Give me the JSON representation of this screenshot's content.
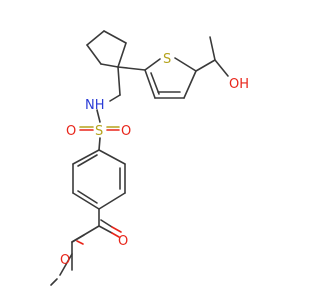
{
  "molecule": {
    "atoms": {
      "nh": "NH",
      "s_sulfonyl": "S",
      "o_sulfonyl_left": "O",
      "o_sulfonyl_right": "O",
      "s_thiophene": "S",
      "oh": "OH",
      "o_carbonyl": "O",
      "o_ester": "O"
    }
  },
  "colors": {
    "bond": "#3a3a3a",
    "sulfur": "#b5a31c",
    "oxygen": "#e8251a",
    "nitrogen": "#2a3cd6"
  }
}
